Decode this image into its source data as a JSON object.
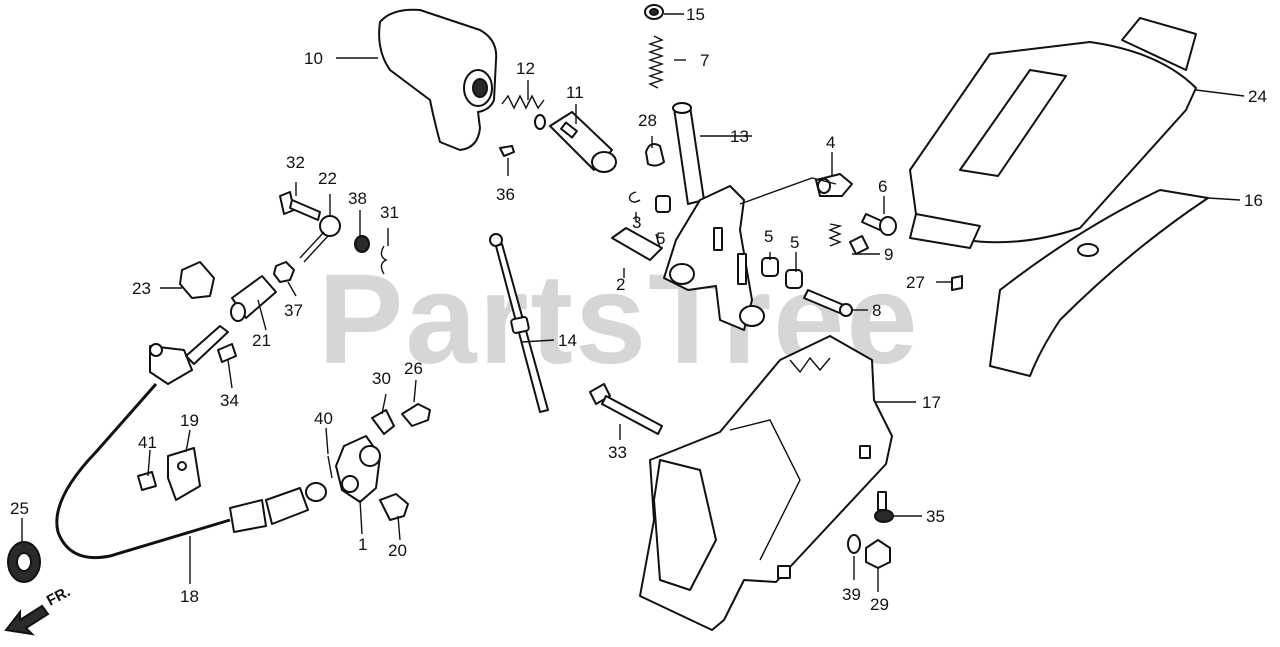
{
  "watermark": "PartsTree",
  "direction_label": "FR.",
  "callouts": [
    "1",
    "2",
    "3",
    "4",
    "5",
    "6",
    "7",
    "8",
    "9",
    "10",
    "11",
    "12",
    "13",
    "14",
    "15",
    "16",
    "17",
    "18",
    "19",
    "20",
    "21",
    "22",
    "23",
    "24",
    "25",
    "26",
    "27",
    "28",
    "29",
    "30",
    "31",
    "32",
    "33",
    "34",
    "35",
    "36",
    "37",
    "38",
    "39",
    "40",
    "41"
  ]
}
